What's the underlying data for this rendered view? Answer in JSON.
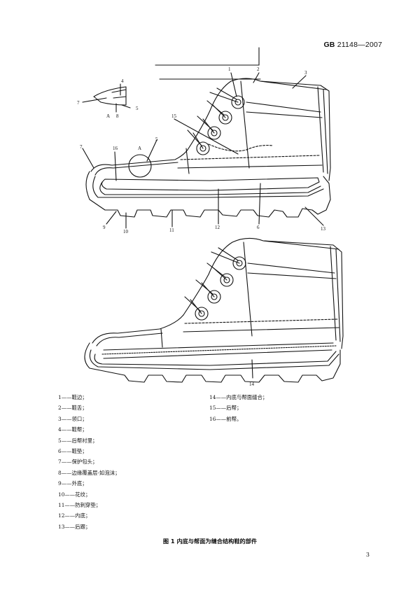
{
  "header": {
    "standard_prefix": "GB",
    "standard_number": "21148—2007"
  },
  "figure": {
    "callouts_top": [
      "1",
      "2",
      "3",
      "4",
      "5",
      "6",
      "7",
      "8",
      "15",
      "16",
      "A",
      "A"
    ],
    "callouts_bottom": [
      "9",
      "10",
      "11",
      "12",
      "13"
    ],
    "callout_lower": "14",
    "detail_labels": {
      "a": "A",
      "seven": "7",
      "eight": "8",
      "four": "4",
      "five": "5"
    }
  },
  "legend": {
    "col1": [
      "1——鞋边；",
      "2——鞋舌；",
      "3——领口；",
      "4——鞋帮；",
      "5——后帮衬里；",
      "6——鞋垫；",
      "7——保护包头；",
      "8——边缘覆盖层-如泡沫；",
      "9——外底；",
      "10——花纹；",
      "11——防刺穿垫；",
      "12——内底；",
      "13——后跟；"
    ],
    "col2": [
      "14——内底与帮面缝合；",
      "15——后帮；",
      "16——前帮。"
    ]
  },
  "caption": "图 1    内底与帮面为缝合结构鞋的部件",
  "page_number": "3"
}
